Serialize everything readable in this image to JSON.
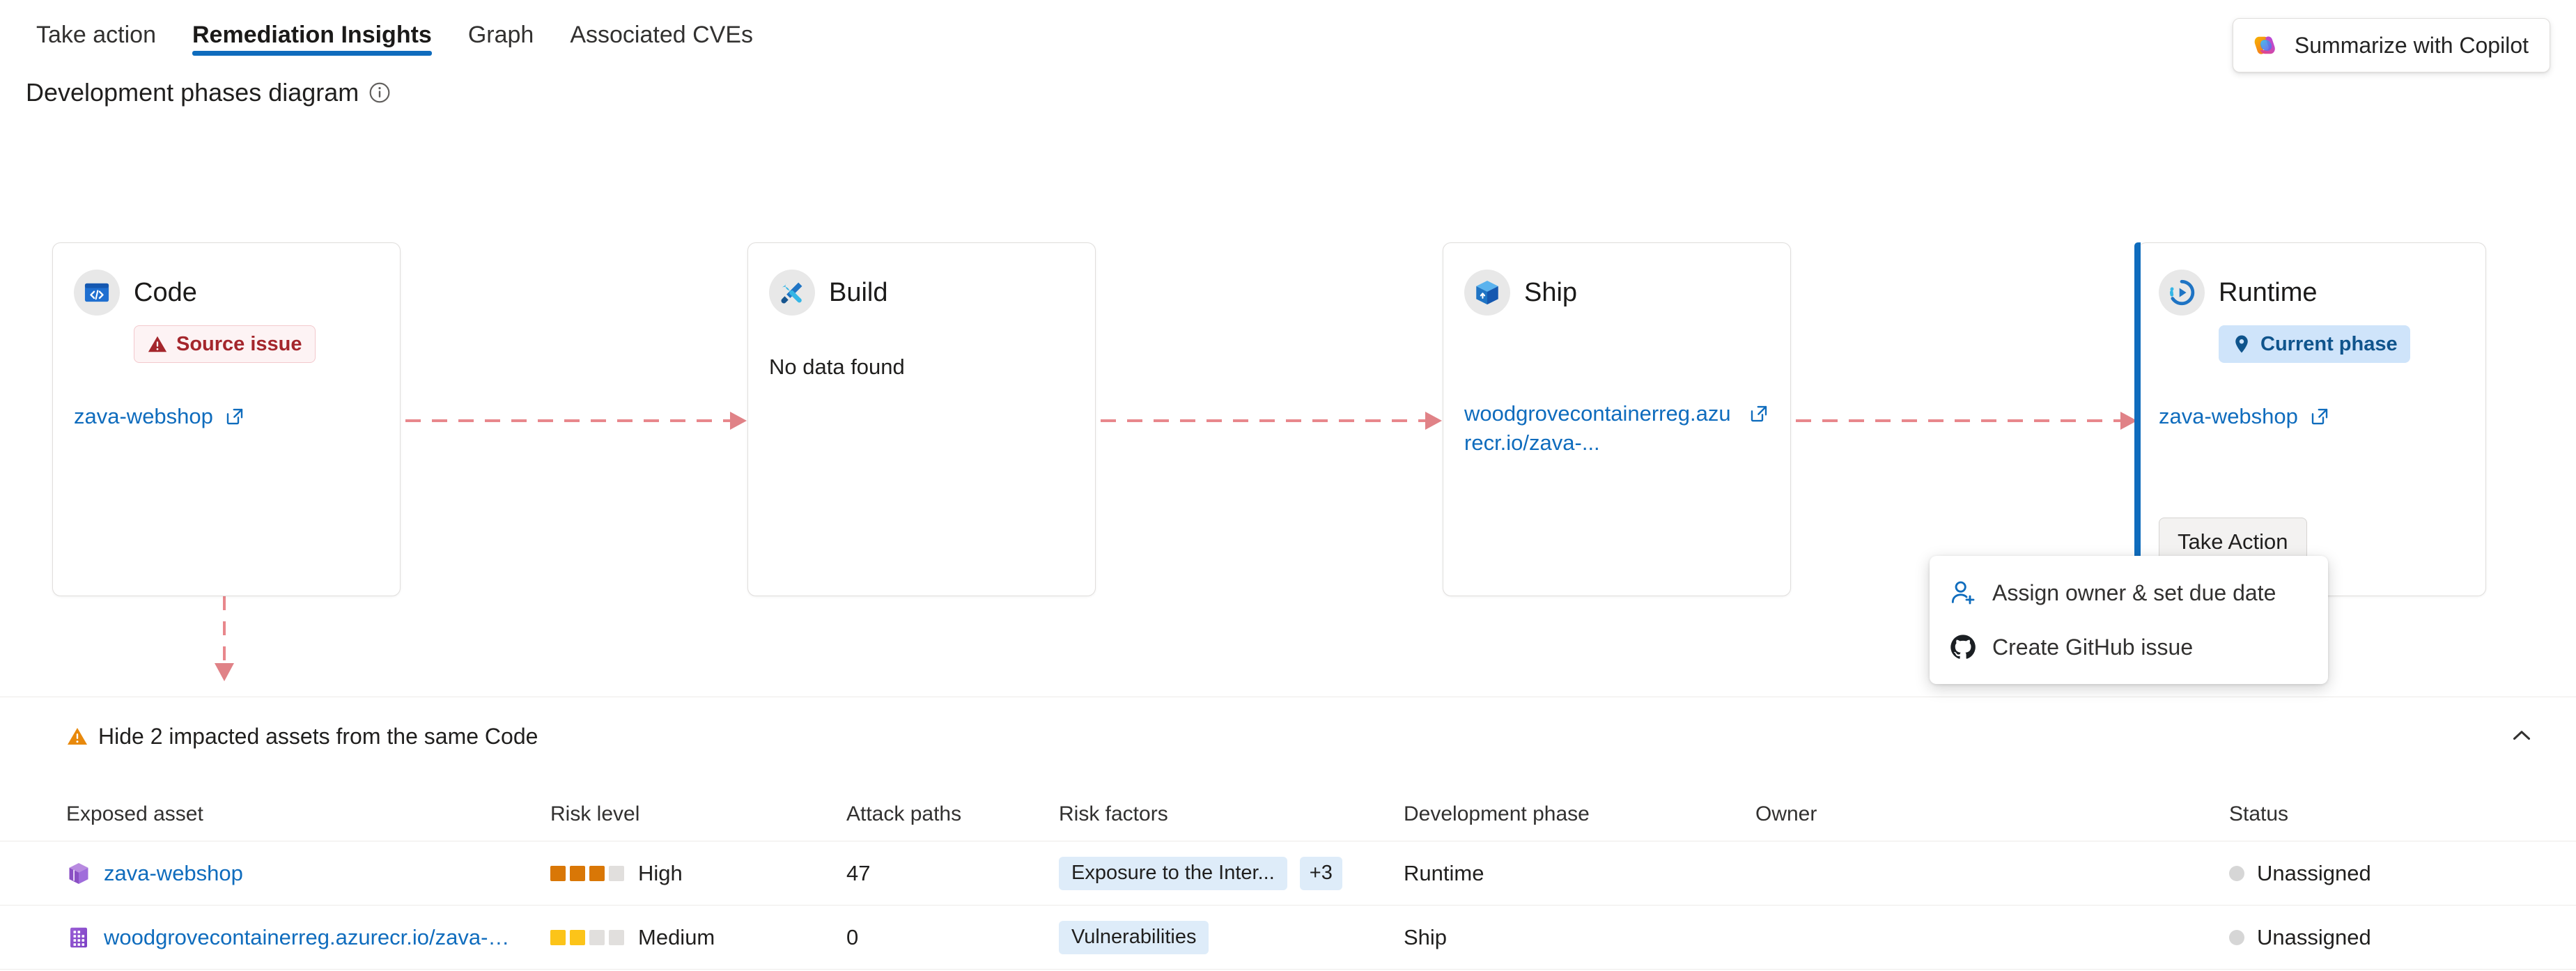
{
  "tabs": [
    {
      "label": "Take action",
      "active": false
    },
    {
      "label": "Remediation Insights",
      "active": true
    },
    {
      "label": "Graph",
      "active": false
    },
    {
      "label": "Associated CVEs",
      "active": false
    }
  ],
  "copilot": {
    "label": "Summarize with Copilot",
    "icon": "copilot-icon"
  },
  "section": {
    "title": "Development phases diagram",
    "info_icon": "info-icon"
  },
  "diagram": {
    "phases": [
      {
        "name": "Code",
        "icon": "code-window-icon",
        "badge": {
          "text": "Source issue",
          "icon": "warning-triangle-icon",
          "type": "source"
        },
        "link": "zava-webshop",
        "empty_text": "",
        "current": false,
        "has_action": false
      },
      {
        "name": "Build",
        "icon": "tools-icon",
        "badge": null,
        "link": "",
        "empty_text": "No data found",
        "current": false,
        "has_action": false
      },
      {
        "name": "Ship",
        "icon": "package-box-icon",
        "badge": null,
        "link": "woodgrovecontainerreg.azurecr.io/zava-...",
        "empty_text": "",
        "current": false,
        "has_action": false
      },
      {
        "name": "Runtime",
        "icon": "runtime-play-icon",
        "badge": {
          "text": "Current phase",
          "icon": "location-pin-icon",
          "type": "current"
        },
        "link": "zava-webshop",
        "empty_text": "",
        "current": true,
        "has_action": true,
        "action_label": "Take Action"
      }
    ]
  },
  "context_menu": {
    "items": [
      {
        "label": "Assign owner & set due date",
        "icon": "person-add-icon"
      },
      {
        "label": "Create GitHub issue",
        "icon": "github-icon"
      }
    ]
  },
  "hide_assets": {
    "label": "Hide 2 impacted assets from the same Code",
    "icon": "warning-triangle-icon",
    "collapse_icon": "chevron-up-icon"
  },
  "table": {
    "columns": [
      "Exposed asset",
      "Risk level",
      "Attack paths",
      "Risk factors",
      "Development phase",
      "Owner",
      "Status"
    ],
    "rows": [
      {
        "asset": "zava-webshop",
        "asset_icon": "cube-icon",
        "risk_level": "High",
        "risk_filled": 3,
        "risk_color": "#d97706",
        "attack_paths": "47",
        "risk_factors": [
          "Exposure to the Inter..."
        ],
        "risk_factors_more": "+3",
        "development_phase": "Runtime",
        "owner": "",
        "status": "Unassigned"
      },
      {
        "asset": "woodgrovecontainerreg.azurecr.io/zava-web...",
        "asset_icon": "registry-icon",
        "risk_level": "Medium",
        "risk_filled": 2,
        "risk_color": "#fcc419",
        "attack_paths": "0",
        "risk_factors": [
          "Vulnerabilities"
        ],
        "risk_factors_more": "",
        "development_phase": "Ship",
        "owner": "",
        "status": "Unassigned"
      }
    ]
  },
  "colors": {
    "accent": "#0f6cbd",
    "link": "#0f6cbd",
    "source_issue": "#a4262c",
    "connector": "#e08287",
    "high": "#d97706",
    "medium": "#fcc419",
    "empty_bar": "#e1dfdd",
    "chip_bg": "#deecf9"
  }
}
